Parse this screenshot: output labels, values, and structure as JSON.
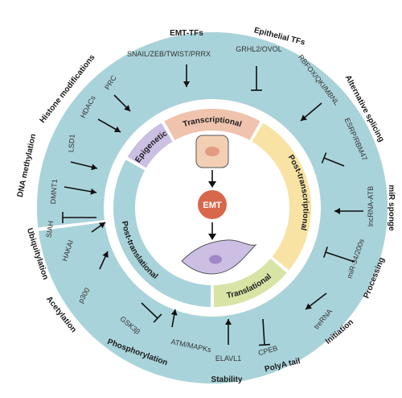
{
  "colors": {
    "epigenetic": "#cbbfe2",
    "transcriptional": "#efc3ad",
    "post_transcriptional": "#f8e3a4",
    "translational": "#d8e4a6",
    "post_translational": "#a9d3da",
    "emt_badge": "#d8684c",
    "epithelial_cell": "#f2cfb3",
    "mesenchymal_cell": "#cdbfe3"
  },
  "center": {
    "emt_label": "EMT"
  },
  "inner_ring": {
    "transcriptional": "Transcriptional",
    "post_transcriptional": "Post-transcriptional",
    "translational": "Translational",
    "post_translational": "Post-translational",
    "epigenetic": "Epigenetic"
  },
  "outer_segments": [
    {
      "outer_label": "EMT-TFs",
      "inner_text": "SNAIL/ZEB/TWIST/PRRX",
      "effect": "activates"
    },
    {
      "outer_label": "Epithelial TFs",
      "inner_text": "GRHL2/OVOL",
      "effect": "inhibits"
    },
    {
      "outer_label": "Alternative splicing",
      "inner_text": "RBFOX/QKI/MBNL",
      "effect": "activates"
    },
    {
      "outer_label": "",
      "inner_text": "ESRP/RBM47",
      "effect": "inhibits"
    },
    {
      "outer_label": "miR sponge",
      "inner_text": "lncRNA-ATB",
      "effect": "activates"
    },
    {
      "outer_label": "Processing",
      "inner_text": "miR-34/200s",
      "effect": "inhibits"
    },
    {
      "outer_label": "Initiation",
      "inner_text": "treRNA",
      "effect": "activates"
    },
    {
      "outer_label": "PolyA tail",
      "inner_text": "CPEB",
      "effect": "inhibits"
    },
    {
      "outer_label": "Stability",
      "inner_text": "ELAVL1",
      "effect": "activates"
    },
    {
      "outer_label": "Phosphorylation",
      "inner_text": "ATM/MAPKs",
      "effect": "activates"
    },
    {
      "outer_label": "",
      "inner_text": "GSK3β",
      "effect": "inhibits"
    },
    {
      "outer_label": "Acetylation",
      "inner_text": "p300",
      "effect": "activates"
    },
    {
      "outer_label": "Ubiquitylation",
      "inner_text": "HAKAI",
      "effect": "activates"
    },
    {
      "outer_label": "",
      "inner_text": "SIAH",
      "effect": "inhibits"
    },
    {
      "outer_label": "DNA methylation",
      "inner_text": "DMNT1",
      "effect": "activates"
    },
    {
      "outer_label": "",
      "inner_text": "LSD1",
      "effect": "activates"
    },
    {
      "outer_label": "Histone modifications",
      "inner_text": "HDACs",
      "effect": "activates"
    },
    {
      "outer_label": "",
      "inner_text": "PRC",
      "effect": "activates"
    }
  ]
}
